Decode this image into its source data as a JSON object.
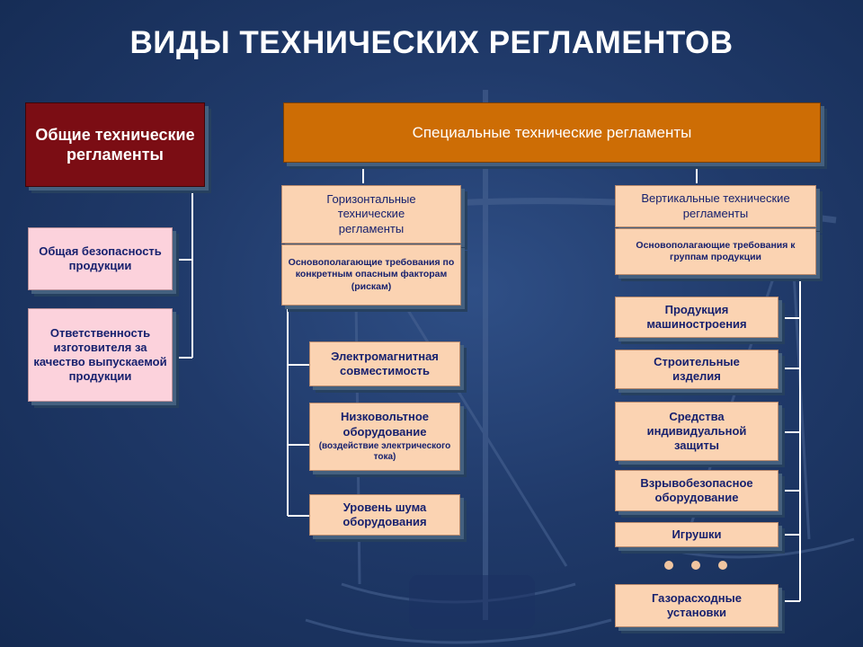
{
  "title": "ВИДЫ ТЕХНИЧЕСКИХ РЕГЛАМЕНТОВ",
  "general": {
    "label": "Общие технические регламенты",
    "children": [
      "Общая безопасность продукции",
      "Ответственность изготовителя за качество выпускаемой продукции"
    ]
  },
  "special": {
    "label": "Специальные технические регламенты",
    "horizontal": {
      "label": "Горизонтальные технические регламенты",
      "desc": "Основополагающие требования по конкретным опасным факторам (рискам)",
      "children": [
        {
          "label": "Электромагнитная совместимость"
        },
        {
          "label": "Низковольтное оборудование",
          "note": "(воздействие электрического тока)"
        },
        {
          "label": "Уровень шума оборудования"
        }
      ]
    },
    "vertical": {
      "label": "Вертикальные технические регламенты",
      "desc": "Основополагающие требования к группам продукции",
      "children": [
        "Продукция машиностроения",
        "Строительные изделия",
        "Средства индивидуальной защиты",
        "Взрывобезопасное оборудование",
        "Игрушки",
        "Газорасходные установки"
      ]
    }
  },
  "colors": {
    "background": "#203a6a",
    "general_header": "#7b0d14",
    "special_header": "#cd6d05",
    "box_peach": "#fbd3b2",
    "box_pink": "#fcd2dc",
    "text_blue": "#17216e"
  }
}
